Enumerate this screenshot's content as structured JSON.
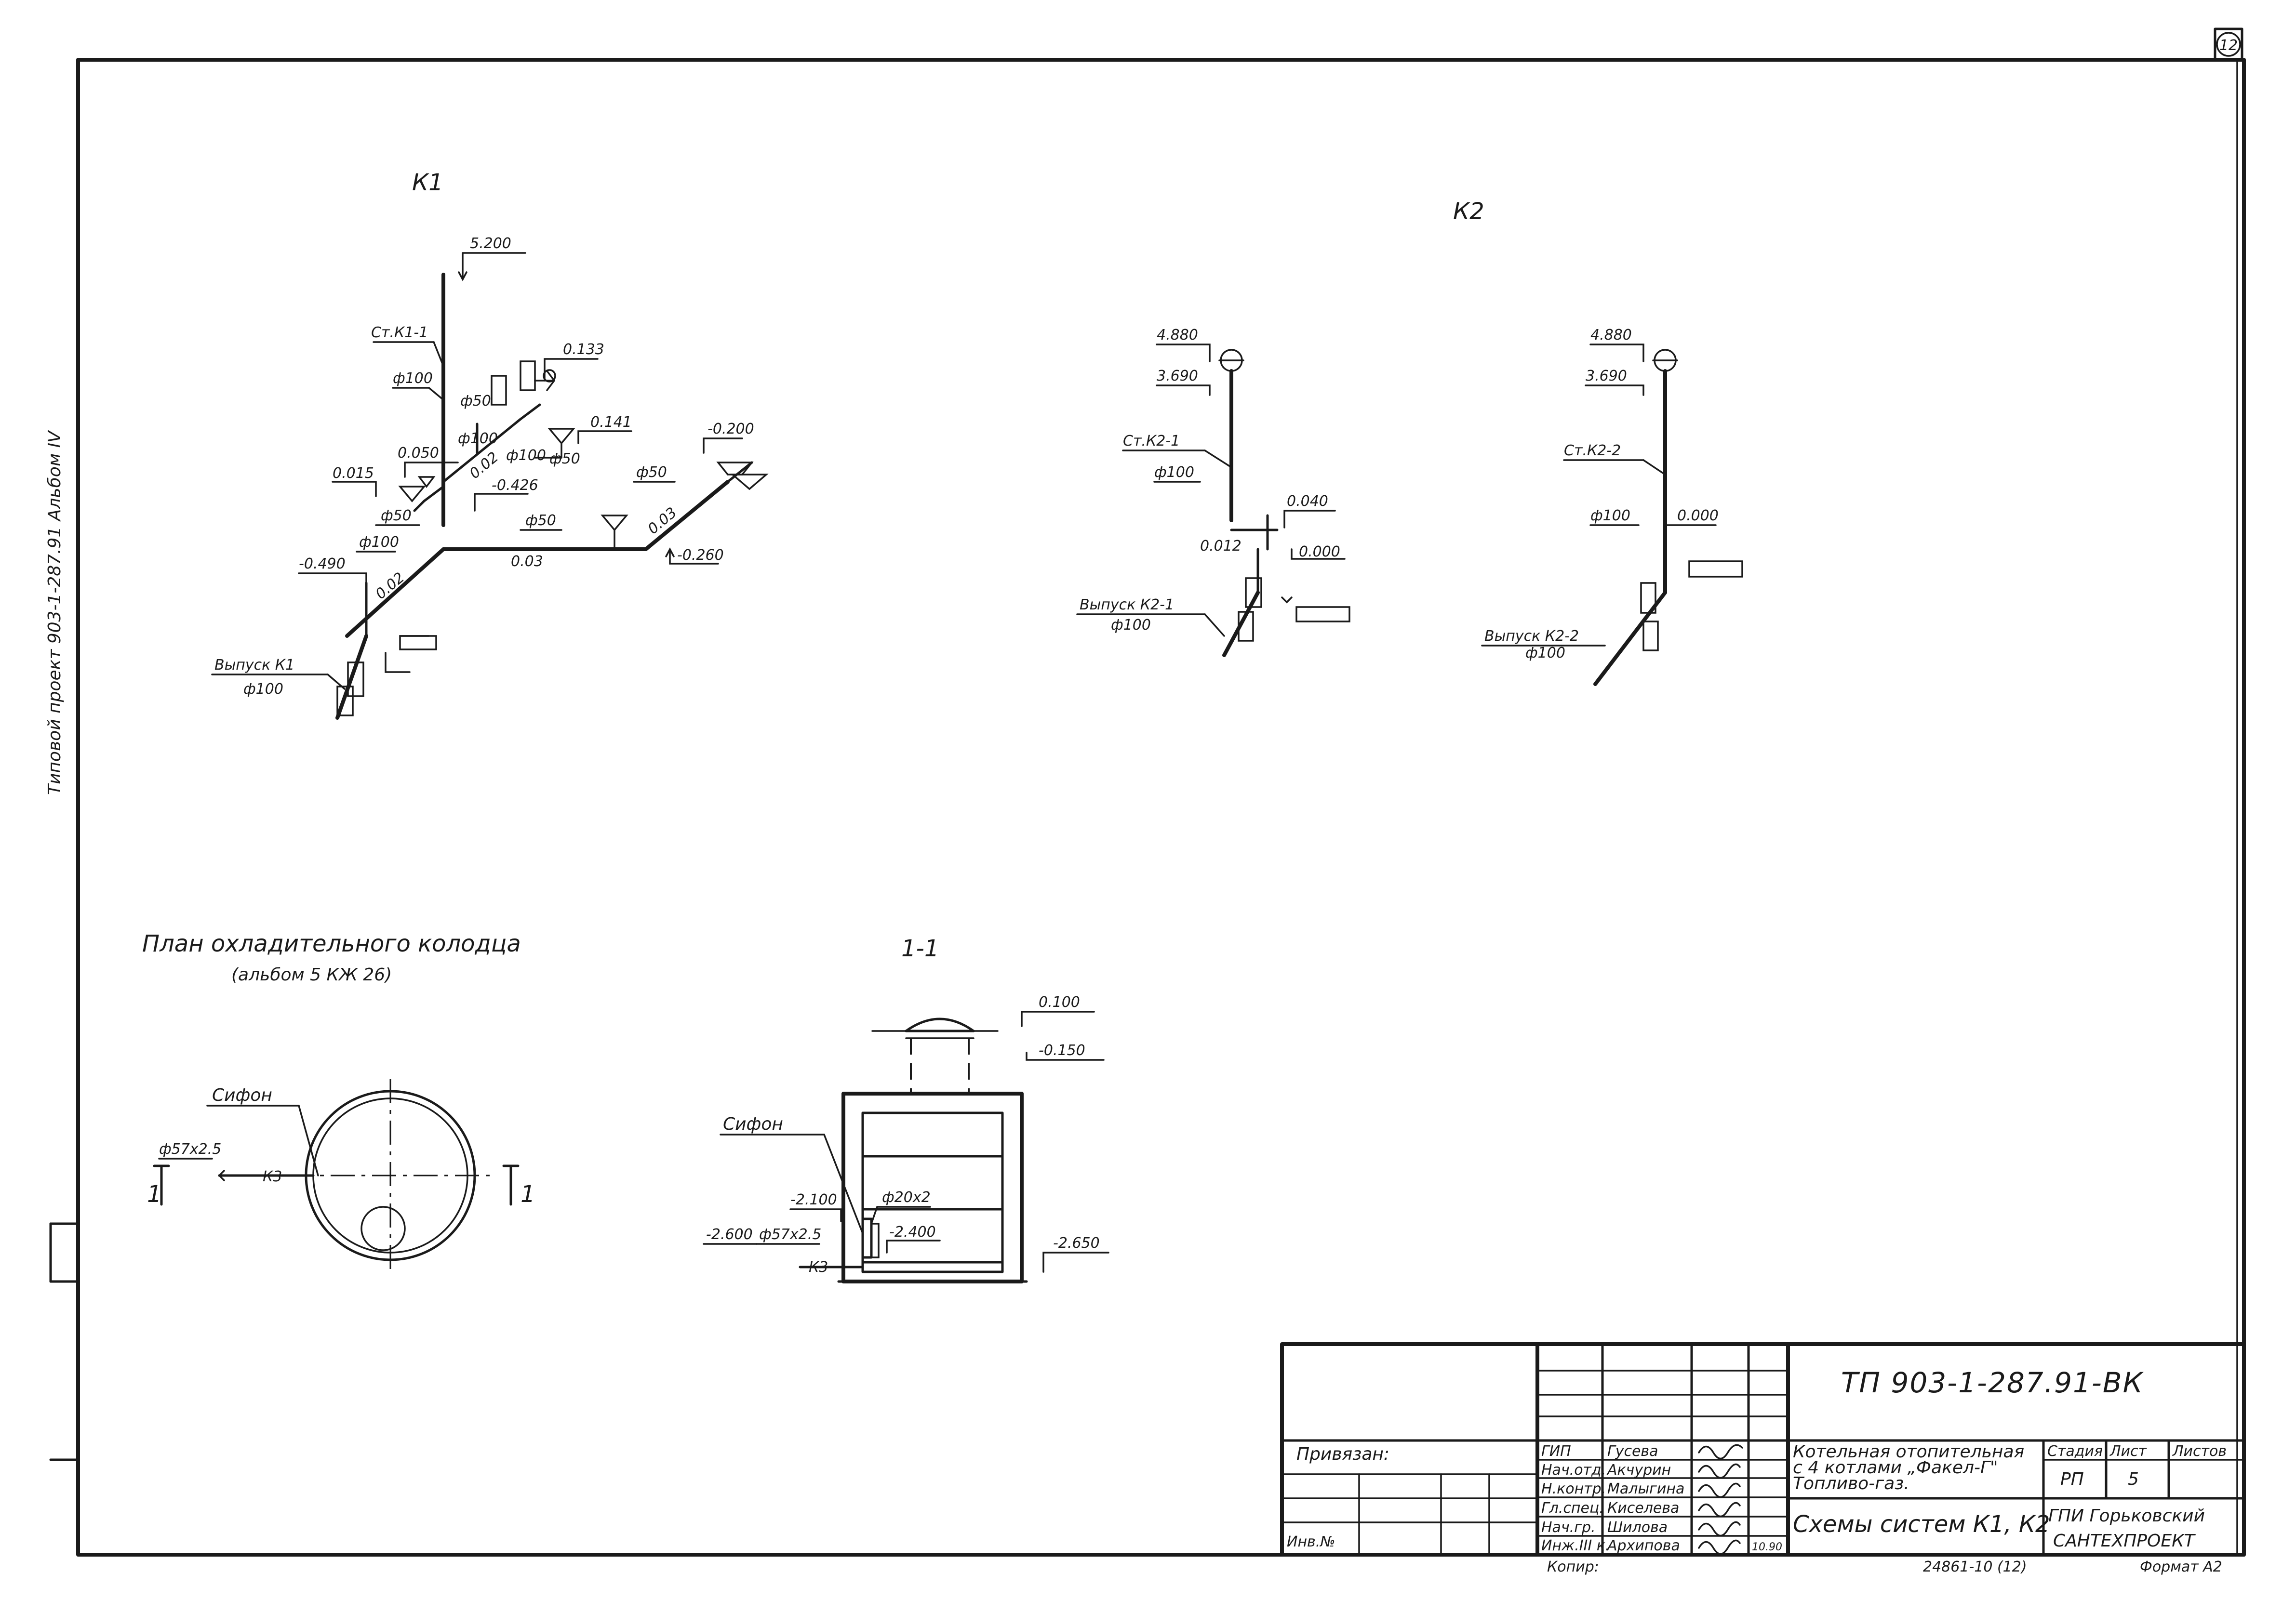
{
  "sheet": {
    "sheet_number": "12",
    "side_stamp": "Типовой проект 903-1-287.91 Альбом IV"
  },
  "k1": {
    "title": "К1",
    "elev_top": "5.200",
    "riser": "Ст.К1-1",
    "d100_riser": "ф100",
    "d50_a": "ф50",
    "d100_a": "ф100",
    "d100_b": "ф100",
    "slope_a": "0.02",
    "elev_0133": "0.133",
    "elev_0141": "0.141",
    "d50_b": "ф50",
    "elev_0050": "0.050",
    "elev_0015": "0.015",
    "d50_c": "ф50",
    "elev_m0426": "-0.426",
    "elev_m0200": "-0.200",
    "d50_d": "ф50",
    "slope_b": "0.03",
    "d50_e": "ф50",
    "slope_c": "0.03",
    "elev_m0260": "-0.260",
    "d100_c": "ф100",
    "slope_d": "0.02",
    "elev_m0490": "-0.490",
    "outlet": "Выпуск К1",
    "outlet_d": "ф100"
  },
  "k2": {
    "title": "К2",
    "left": {
      "elev_4880": "4.880",
      "elev_3690": "3.690",
      "riser": "Ст.К2-1",
      "d100": "ф100",
      "elev_0040": "0.040",
      "slope": "0.012",
      "elev_0000": "0.000",
      "outlet": "Выпуск К2-1",
      "outlet_d": "ф100"
    },
    "right": {
      "elev_4880": "4.880",
      "elev_3690": "3.690",
      "riser": "Ст.К2-2",
      "d100": "ф100",
      "elev_0000": "0.000",
      "outlet": "Выпуск К2-2",
      "outlet_d": "ф100"
    }
  },
  "well_plan": {
    "title": "План охладительного колодца",
    "subtitle": "(альбом 5  КЖ 26)",
    "siphon": "Сифон",
    "pipe": "ф57х2.5",
    "k3": "К3",
    "cut_left": "1",
    "cut_right": "1"
  },
  "section": {
    "title": "1-1",
    "elev_0100": "0.100",
    "elev_m0150": "-0.150",
    "siphon": "Сифон",
    "elev_m2100": "-2.100",
    "pipe_small": "ф20х2",
    "elev_m2600": "-2.600",
    "pipe": "ф57х2.5",
    "elev_m2400": "-2.400",
    "k3": "К3",
    "elev_m2650": "-2.650"
  },
  "title_block": {
    "doc_code": "ТП 903-1-287.91-ВК",
    "privyazan": "Привязан:",
    "inv_label": "Инв.№",
    "staff": [
      {
        "role": "ГИП",
        "name": "Гусева"
      },
      {
        "role": "Нач.отд.",
        "name": "Акчурин"
      },
      {
        "role": "Н.контр.",
        "name": "Малыгина"
      },
      {
        "role": "Гл.спец.",
        "name": "Киселева"
      },
      {
        "role": "Нач.гр.",
        "name": "Шилова"
      },
      {
        "role": "Инж.III к.",
        "name": "Архипова"
      }
    ],
    "date": "10.90",
    "project_name_1": "Котельная отопительная",
    "project_name_2": "с 4 котлами „Факел-Г\"",
    "project_name_3": "Топливо-газ.",
    "stage_header": "Стадия",
    "sheet_header": "Лист",
    "sheets_header": "Листов",
    "stage": "РП",
    "sheet": "5",
    "drawing_title": "Схемы систем К1, К2",
    "org_1": "ГПИ Горьковский",
    "org_2": "САНТЕХПРОЕКТ",
    "copied": "Копир:",
    "format": "Формат А2",
    "archive": "24861-10 (12)"
  }
}
